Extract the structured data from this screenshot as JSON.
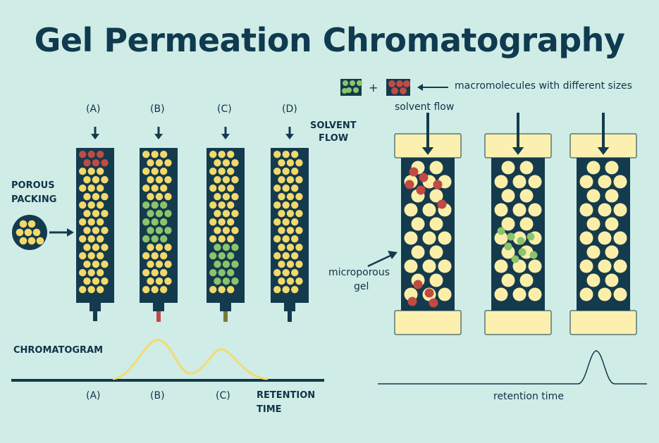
{
  "title": "Gel Permeation Chromatography",
  "left_panel": {
    "columns": [
      {
        "label": "(A)"
      },
      {
        "label": "(B)"
      },
      {
        "label": "(C)"
      },
      {
        "label": "(D)"
      }
    ],
    "solvent_flow_line1": "SOLVENT",
    "solvent_flow_line2": "FLOW",
    "porous_line1": "POROUS",
    "porous_line2": "PACKING",
    "chromatogram_label": "CHROMATOGRAM",
    "axis_labels": [
      "(A)",
      "(B)",
      "(C)"
    ],
    "retention_line1": "RETENTION",
    "retention_line2": "TIME"
  },
  "right_panel": {
    "legend_plus": "+",
    "legend_text": "macromolecules with different sizes",
    "solvent_flow": "solvent flow",
    "microporous_line1": "microporous",
    "microporous_line2": "gel",
    "retention_time": "retention time"
  },
  "colors": {
    "background": "#cfece6",
    "column": "#143a4d",
    "packing_bead": "#f3d86a",
    "large_molecule": "#c24a44",
    "small_molecule": "#8bc46a",
    "gel_bead": "#fbeea8",
    "end_cap": "#fbf0b0",
    "trace": "#f2dc6e",
    "text": "#0f3349"
  }
}
